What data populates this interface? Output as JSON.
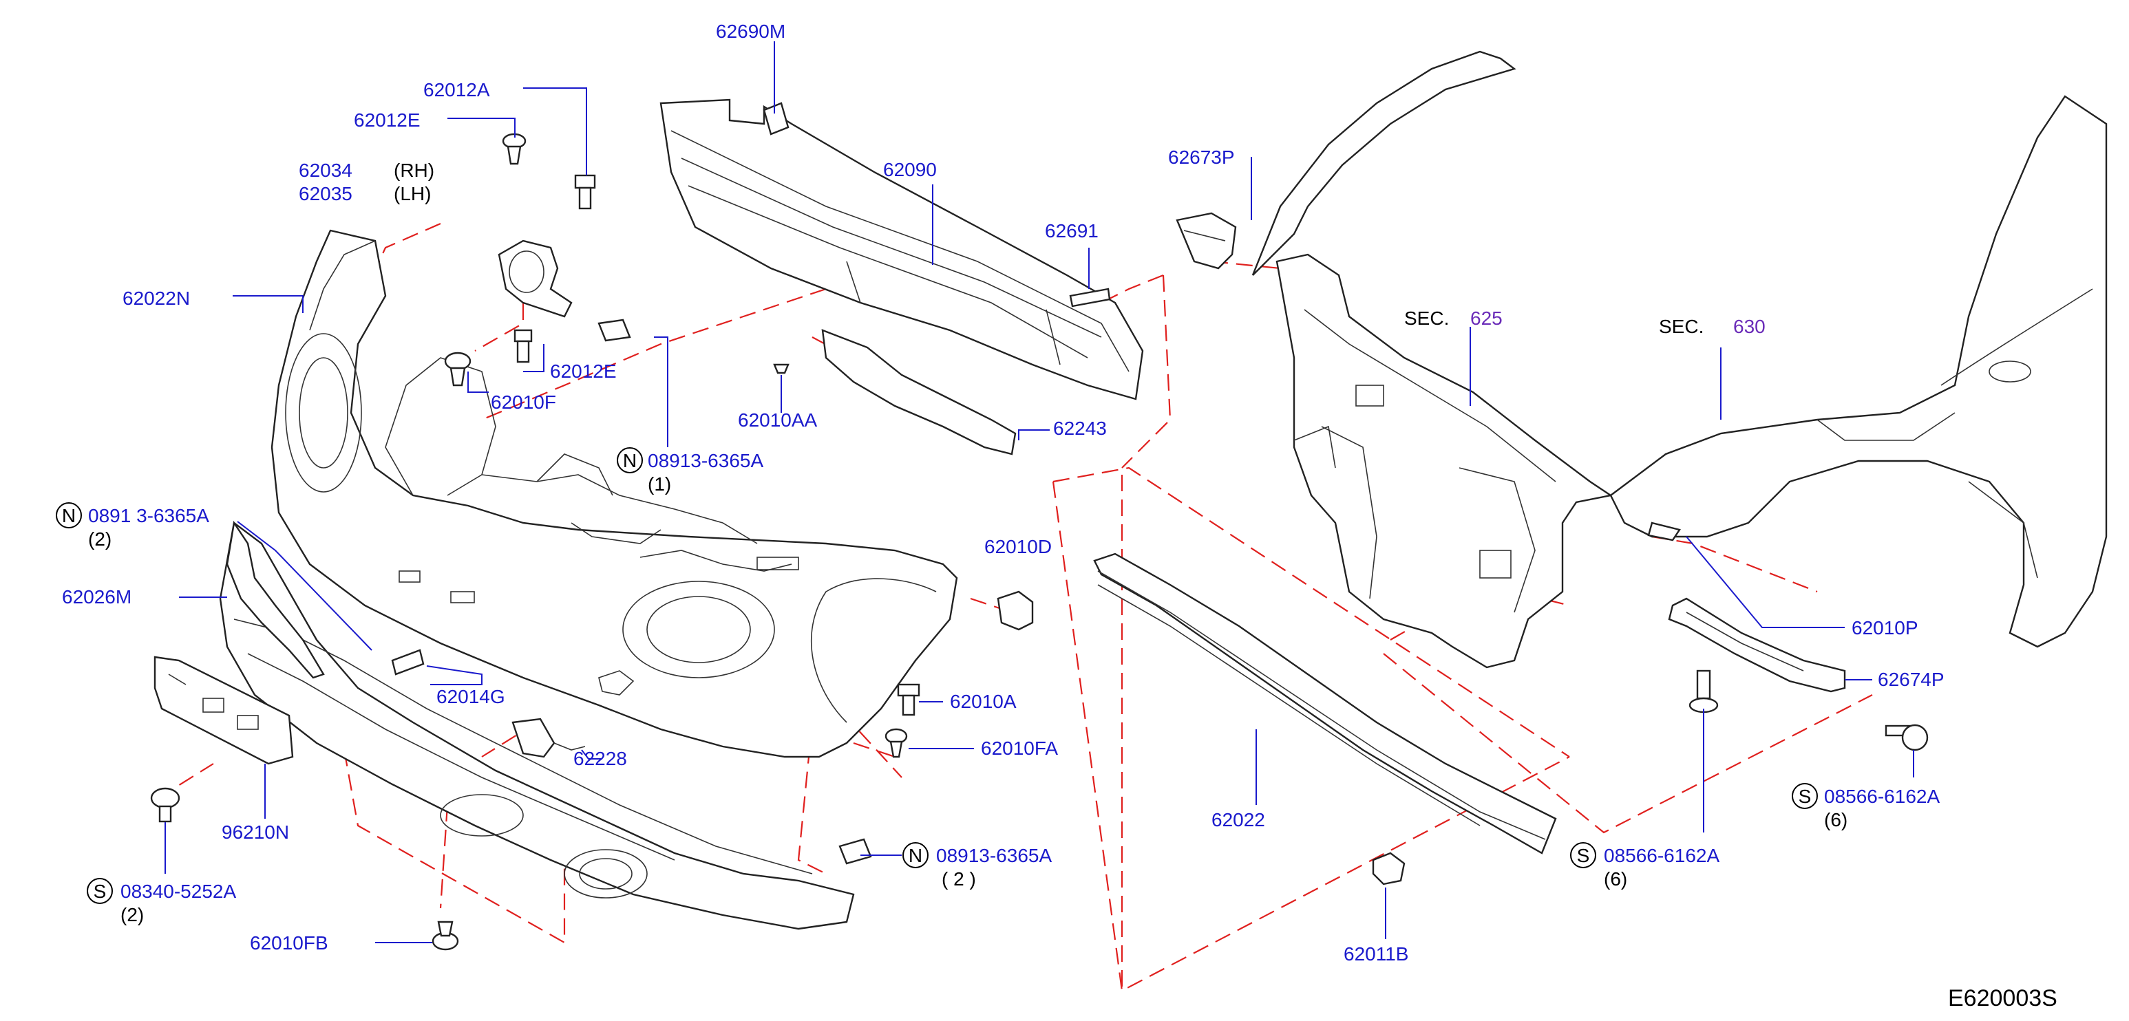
{
  "diagram_code": "E620003S",
  "sections": [
    {
      "prefix": "SEC.",
      "number": "625"
    },
    {
      "prefix": "SEC.",
      "number": "630"
    }
  ],
  "callouts": {
    "c62690M": "62690M",
    "c62012A": "62012A",
    "c62012E_top": "62012E",
    "c62034": "62034",
    "c62034_side": "(RH)",
    "c62035": "62035",
    "c62035_side": "(LH)",
    "c62090": "62090",
    "c62691": "62691",
    "c62673P": "62673P",
    "c62022N": "62022N",
    "c62012E_mid": "62012E",
    "c62010F": "62010F",
    "c62010AA": "62010AA",
    "c62243": "62243",
    "n08913_top": "08913-6365A",
    "n08913_top_qty": "(1)",
    "n08913_left": "0891 3-6365A",
    "n08913_left_qty": "(2)",
    "c62026M": "62026M",
    "c62010D": "62010D",
    "c62014G": "62014G",
    "c62010A": "62010A",
    "c62010FA": "62010FA",
    "c62228": "62228",
    "c96210N": "96210N",
    "s08340": "08340-5252A",
    "s08340_qty": "(2)",
    "n08913_bot": "08913-6365A",
    "n08913_bot_qty": "( 2 )",
    "c62010FB": "62010FB",
    "c62022": "62022",
    "c62011B": "62011B",
    "s08566_mid": "08566-6162A",
    "s08566_mid_qty": "(6)",
    "s08566_right": "08566-6162A",
    "s08566_right_qty": "(6)",
    "c62010P": "62010P",
    "c62674P": "62674P"
  },
  "symbols": {
    "n": "N",
    "s": "S"
  }
}
